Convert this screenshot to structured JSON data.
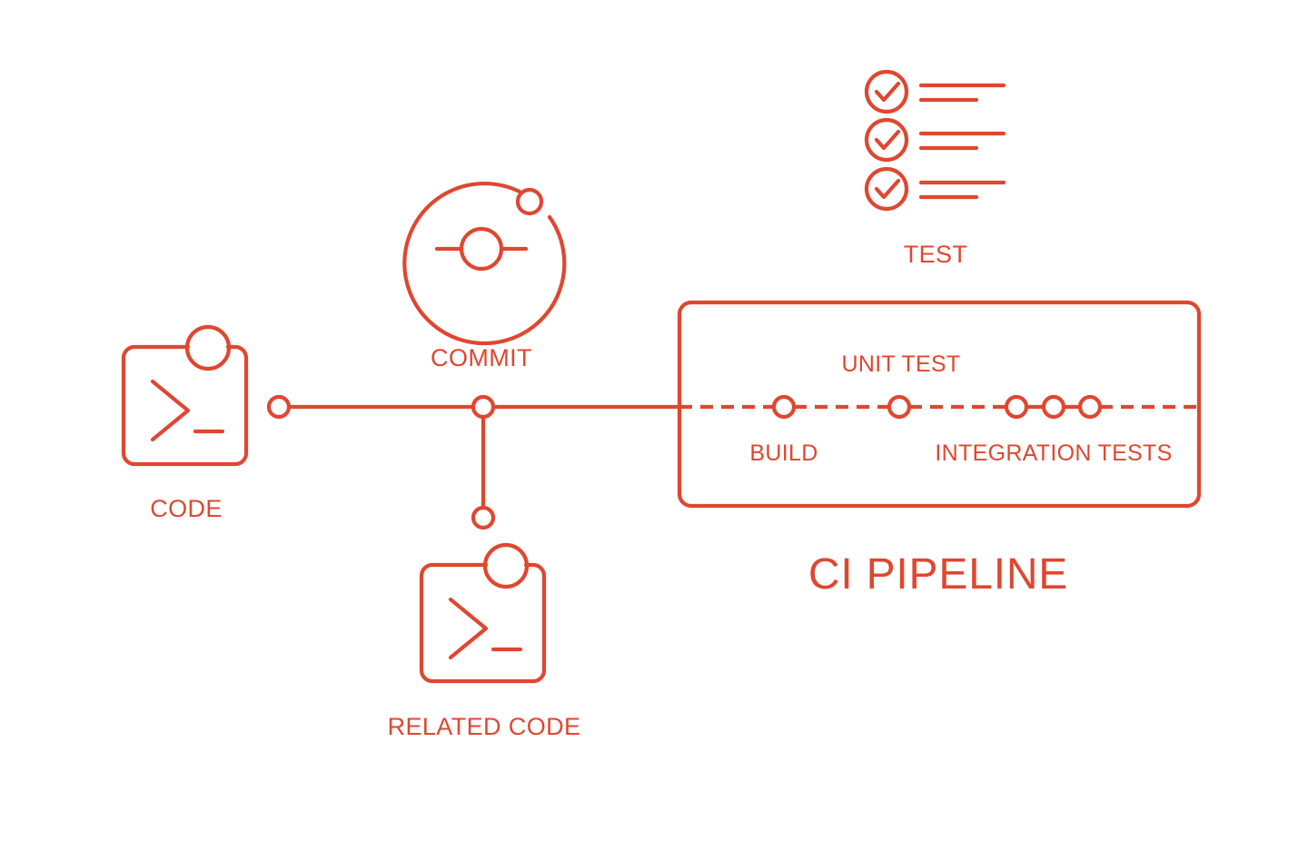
{
  "theme": {
    "accent": "#DF4730",
    "background": "#FFFFFF",
    "stroke_width": 4.2
  },
  "diagram": {
    "title_text": "CI PIPELINE",
    "nodes": {
      "code": {
        "label": "CODE",
        "icon": "terminal-code-icon"
      },
      "commit": {
        "label": "COMMIT",
        "icon": "commit-node-icon"
      },
      "related_code": {
        "label": "RELATED CODE",
        "icon": "terminal-code-icon"
      },
      "test": {
        "label": "TEST",
        "icon": "checklist-icon",
        "check_items": 3
      }
    },
    "pipeline": {
      "box_label_top": "UNIT TEST",
      "stage_build": "BUILD",
      "stage_integration": "INTEGRATION TESTS",
      "dot_count": 5,
      "line_style": "dashed"
    }
  }
}
